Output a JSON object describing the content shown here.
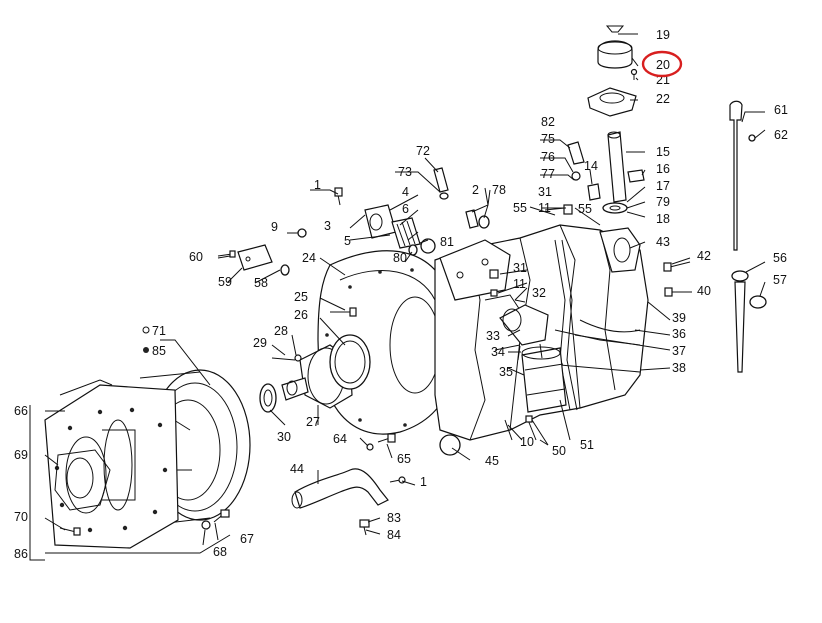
{
  "labels": {
    "n1": "1",
    "n1b": "1",
    "n2": "2",
    "n3": "3",
    "n4": "4",
    "n5": "5",
    "n6": "6",
    "n9": "9",
    "n10": "10",
    "n11": "11",
    "n11b": "11",
    "n14": "14",
    "n15": "15",
    "n16": "16",
    "n17": "17",
    "n18": "18",
    "n19": "19",
    "n20": "20",
    "n21": "21",
    "n22": "22",
    "n24": "24",
    "n25": "25",
    "n26": "26",
    "n27": "27",
    "n28": "28",
    "n29": "29",
    "n30": "30",
    "n31": "31",
    "n31b": "31",
    "n32": "32",
    "n33": "33",
    "n34": "34",
    "n35": "35",
    "n36": "36",
    "n37": "37",
    "n38": "38",
    "n39": "39",
    "n40": "40",
    "n42": "42",
    "n43": "43",
    "n44": "44",
    "n45": "45",
    "n50": "50",
    "n51": "51",
    "n55": "55",
    "n55b": "55",
    "n56": "56",
    "n57": "57",
    "n58": "58",
    "n59": "59",
    "n60": "60",
    "n61": "61",
    "n62": "62",
    "n64": "64",
    "n65": "65",
    "n66": "66",
    "n67": "67",
    "n68": "68",
    "n69": "69",
    "n70": "70",
    "n71": "71",
    "n72": "72",
    "n73": "73",
    "n75": "75",
    "n76": "76",
    "n77": "77",
    "n78": "78",
    "n79": "79",
    "n80": "80",
    "n81": "81",
    "n82": "82",
    "n83": "83",
    "n84": "84",
    "n85": "85",
    "n86": "86"
  },
  "highlight": {
    "part_number": "20",
    "color": "#d81f1f"
  }
}
